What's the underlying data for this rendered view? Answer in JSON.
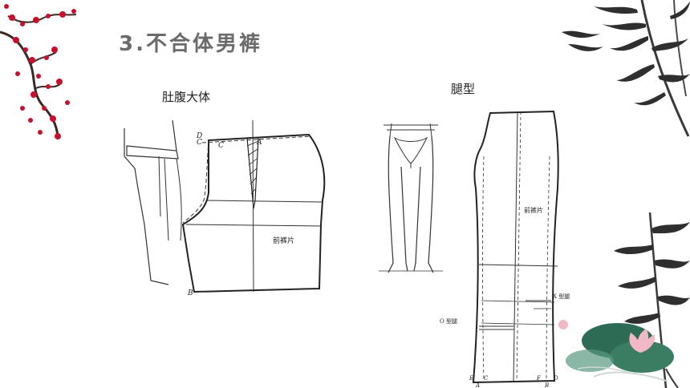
{
  "slide": {
    "title": "3.不合体男裤",
    "left_caption": "肚腹大体",
    "right_caption": "腿型"
  },
  "left_diagram": {
    "piece_label": "前裤片",
    "point_labels": [
      "D",
      "C",
      "C",
      "A",
      "B"
    ]
  },
  "right_diagram": {
    "piece_label": "前裤片",
    "x_leg_label": "X 型腿",
    "o_leg_label": "O 型腿",
    "bottom_labels": [
      "E",
      "C",
      "A",
      "F",
      "D",
      "B"
    ]
  }
}
